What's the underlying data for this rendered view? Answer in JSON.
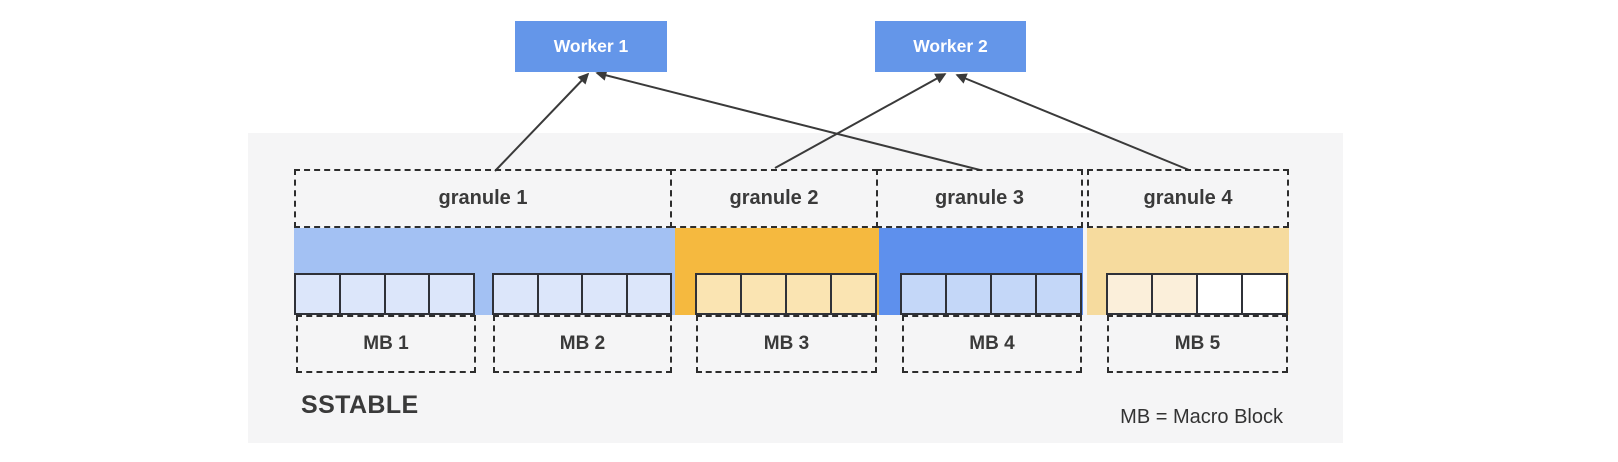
{
  "workers": [
    {
      "label": "Worker 1"
    },
    {
      "label": "Worker 2"
    }
  ],
  "granules": [
    {
      "label": "granule 1"
    },
    {
      "label": "granule 2"
    },
    {
      "label": "granule 3"
    },
    {
      "label": "granule 4"
    }
  ],
  "macro_blocks": [
    {
      "label": "MB 1"
    },
    {
      "label": "MB 2"
    },
    {
      "label": "MB 3"
    },
    {
      "label": "MB 4"
    },
    {
      "label": "MB 5"
    }
  ],
  "sstable_label": "SSTABLE",
  "legend": "MB = Macro Block",
  "connections": [
    {
      "from": "granule 1",
      "to": "Worker 1"
    },
    {
      "from": "granule 3",
      "to": "Worker 1"
    },
    {
      "from": "granule 2",
      "to": "Worker 2"
    },
    {
      "from": "granule 4",
      "to": "Worker 2"
    }
  ],
  "colors": {
    "worker_fill": "#6496E9",
    "worker_text": "#FFFFFF",
    "panel_background": "#F5F5F6",
    "granule1_bar": "#A3C1F3",
    "granule2_bar": "#F5B93F",
    "granule3_bar": "#5E90ED",
    "granule4_bar": "#F6DB9E",
    "mb1_mb2_cells": "#DCE6FA",
    "mb3_cells": "#FAE4B2",
    "mb4_cells": "#C4D7F8",
    "mb5_cells_first_two": "#FBEFDA",
    "mb5_cells_last_two": "#FFFFFF",
    "cell_border": "#2F3138",
    "dashed_border": "#2D2D2D",
    "arrow_line": "#3A3A3A",
    "label_text": "#3A3A3A"
  }
}
